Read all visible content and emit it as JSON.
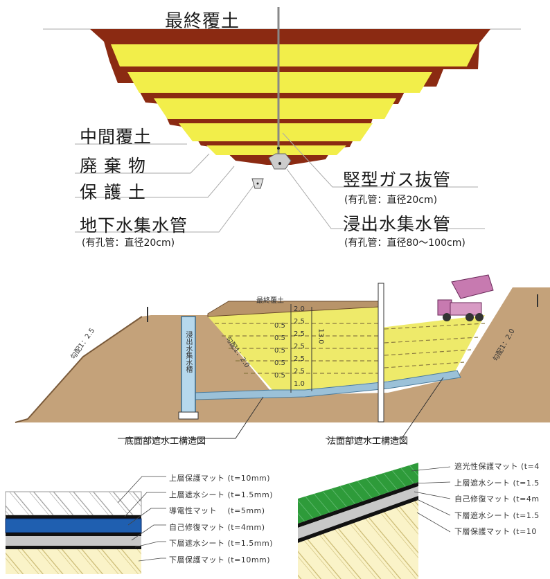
{
  "top_diagram": {
    "final_cover": "最終覆土",
    "intermediate_cover": "中間覆土",
    "waste": "廃 棄 物",
    "protective_soil": "保 護 土",
    "groundwater_pipe": "地下水集水管",
    "groundwater_pipe_note": "(有孔管：直径20cm)",
    "gas_pipe": "竪型ガス抜管",
    "gas_pipe_note": "(有孔管：直径20cm)",
    "leachate_pipe": "浸出水集水管",
    "leachate_pipe_note": "(有孔管：直径80～100cm)"
  },
  "section_diagram": {
    "final_cover": "最終覆土",
    "slope_left": "勾配1：2.5",
    "slope_mid": "勾配1：2.0",
    "slope_right": "勾配1：2.0",
    "vertical_pipe": "浸出水集水槽",
    "layer_thicknesses_a": [
      "2.0",
      "2.5",
      "2.5",
      "2.5",
      "2.5",
      "2.5",
      "1.0"
    ],
    "layer_thicknesses_b": [
      "0.5",
      "0.5",
      "0.5",
      "0.5",
      "0.5"
    ],
    "total_height": "13.0",
    "bottom_structure": "底面部遮水工構造図",
    "slope_structure": "法面部遮水工構造図"
  },
  "bottom_liner": {
    "layers": [
      "上層保護マット (t=10mm)",
      "上層遮水シート (t=1.5mm)",
      "導電性マット　 (t=5mm)",
      "自己修復マット (t=4mm)",
      "下層遮水シート (t=1.5mm)",
      "下層保護マット (t=10mm)"
    ]
  },
  "slope_liner": {
    "layers": [
      "遮光性保護マット (t=4",
      "上層遮水シート (t=1.5",
      "自己修復マット (t=4m",
      "下層遮水シート (t=1.5",
      "下層保護マット (t=10"
    ]
  },
  "colors": {
    "brown": "#8b2a12",
    "yellow": "#f2ee4a",
    "soil": "#b8946a",
    "blue": "#1f5fb0",
    "green": "#2e9b3a"
  }
}
